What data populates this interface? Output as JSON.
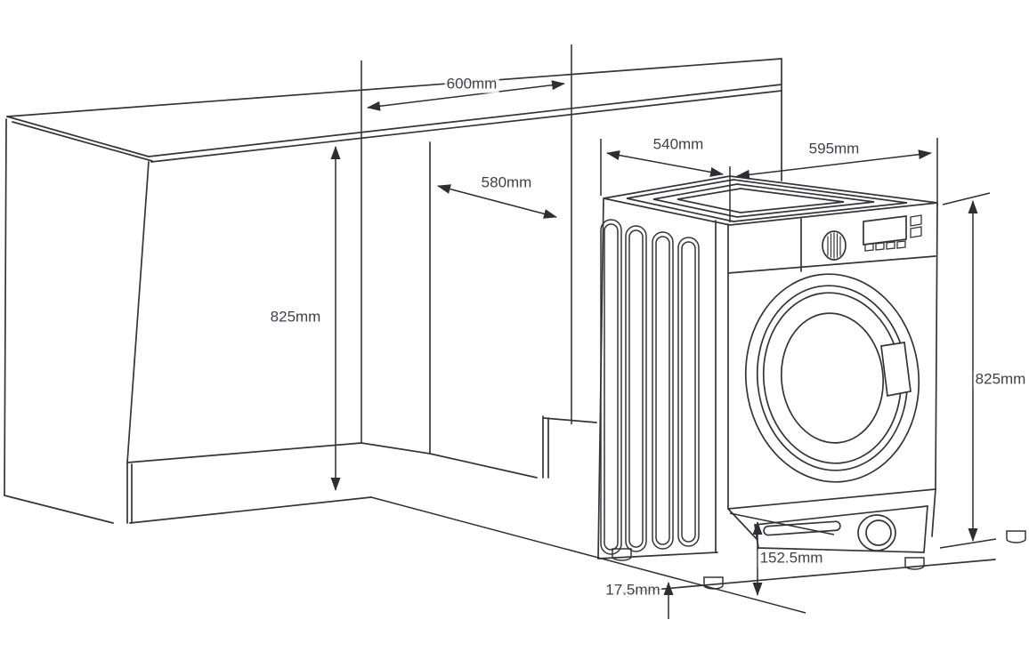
{
  "diagram": {
    "type": "installation-dimensions",
    "subject": "built-in washing machine with cabinet niche",
    "unit": "mm",
    "line_color": "#2e2f33",
    "label_color": "#3f414b",
    "background": "#ffffff",
    "labels": {
      "niche_width": "600mm",
      "niche_depth": "580mm",
      "cabinet_height": "825mm",
      "machine_depth": "540mm",
      "machine_width": "595mm",
      "machine_height": "825mm",
      "base_recess_height": "152.5mm",
      "foot_adjustment": "17.5mm"
    }
  }
}
